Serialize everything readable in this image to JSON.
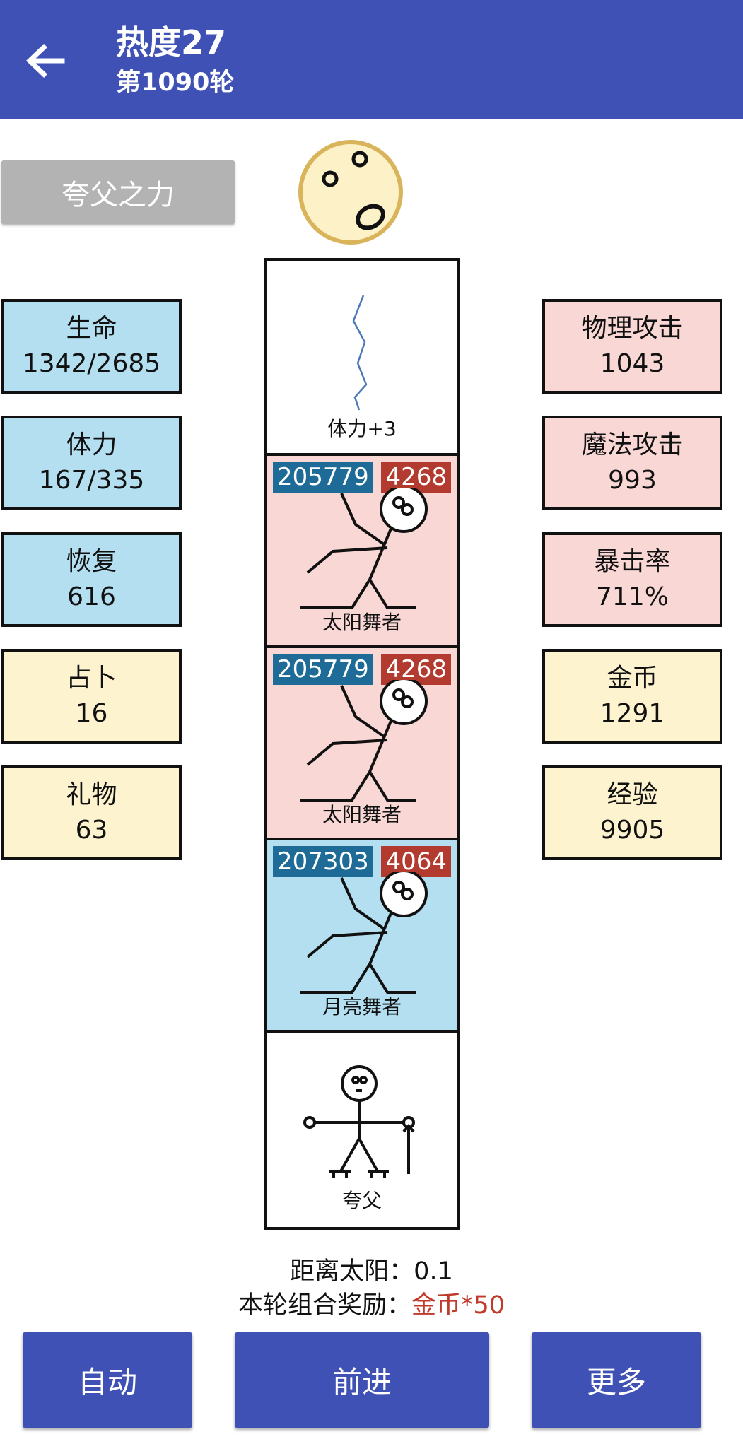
{
  "header": {
    "title": "热度27",
    "subtitle": "第1090轮"
  },
  "skill_button": "夸父之力",
  "left_stats": [
    {
      "label": "生命",
      "value": "1342/2685",
      "color": "#b3dff0"
    },
    {
      "label": "体力",
      "value": "167/335",
      "color": "#b3dff0"
    },
    {
      "label": "恢复",
      "value": "616",
      "color": "#b3dff0"
    },
    {
      "label": "占卜",
      "value": "16",
      "color": "#fdf3cf"
    },
    {
      "label": "礼物",
      "value": "63",
      "color": "#fdf3cf"
    }
  ],
  "right_stats": [
    {
      "label": "物理攻击",
      "value": "1043",
      "color": "#f8d7d5"
    },
    {
      "label": "魔法攻击",
      "value": "993",
      "color": "#f8d7d5"
    },
    {
      "label": "暴击率",
      "value": "711%",
      "color": "#f8d7d5"
    },
    {
      "label": "金币",
      "value": "1291",
      "color": "#fdf3cf"
    },
    {
      "label": "经验",
      "value": "9905",
      "color": "#fdf3cf"
    }
  ],
  "track": {
    "item": {
      "label": "体力+3",
      "icon": "lightning-icon"
    },
    "enemies": [
      {
        "name": "太阳舞者",
        "hp": "205779",
        "attack": "4268",
        "color": "#f8d7d5"
      },
      {
        "name": "太阳舞者",
        "hp": "205779",
        "attack": "4268",
        "color": "#f8d7d5"
      },
      {
        "name": "月亮舞者",
        "hp": "207303",
        "attack": "4064",
        "color": "#b3dff0"
      }
    ],
    "player": {
      "name": "夸父"
    }
  },
  "info": {
    "distance_label": "距离太阳：",
    "distance_value": "0.1",
    "reward_label": "本轮组合奖励：",
    "reward_value": "金币*50"
  },
  "buttons": {
    "auto": "自动",
    "forward": "前进",
    "more": "更多"
  },
  "colors": {
    "appbar": "#3f51b5",
    "hp_badge": "#1d6b96",
    "attack_badge": "#b23a2e",
    "reward_text": "#c0392b"
  }
}
